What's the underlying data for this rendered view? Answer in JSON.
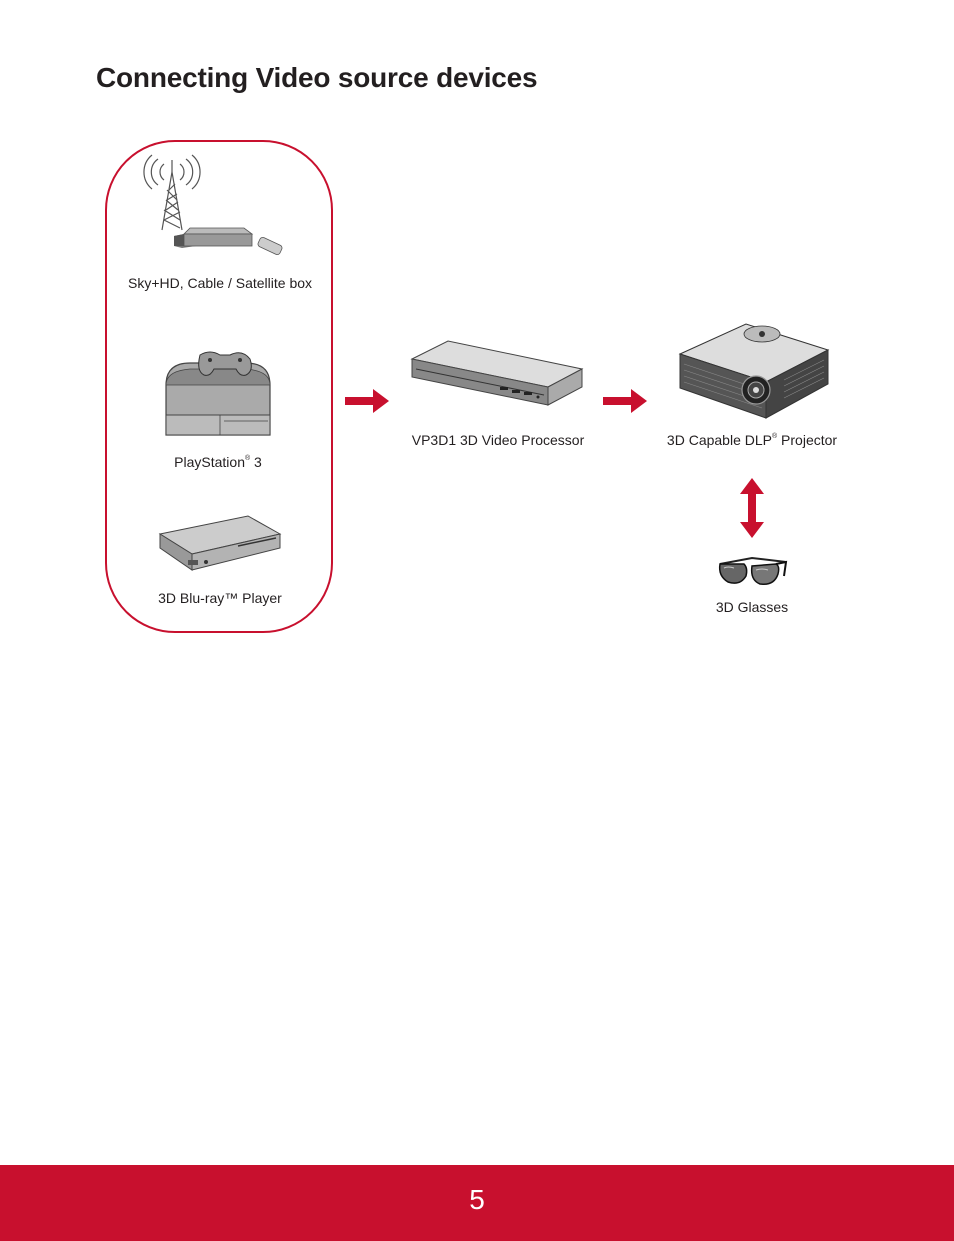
{
  "page": {
    "title": "Connecting Video source devices",
    "page_number": "5"
  },
  "sources": {
    "set_top_box": {
      "label": "Sky+HD, Cable / Satellite box",
      "icon": "antenna-settop-box-icon"
    },
    "playstation": {
      "label": "PlayStation",
      "label_mark": "®",
      "label_suffix": " 3",
      "icon": "game-console-icon"
    },
    "bluray": {
      "label": "3D Blu-ray™ Player",
      "icon": "bluray-player-icon"
    }
  },
  "processor": {
    "label": "VP3D1 3D Video Processor",
    "icon": "video-processor-icon"
  },
  "projector": {
    "label": "3D Capable DLP",
    "label_mark": "®",
    "label_suffix": " Projector",
    "icon": "projector-icon"
  },
  "glasses": {
    "label": "3D Glasses",
    "icon": "3d-glasses-icon"
  },
  "colors": {
    "accent": "#c8102e",
    "text": "#231f20"
  }
}
